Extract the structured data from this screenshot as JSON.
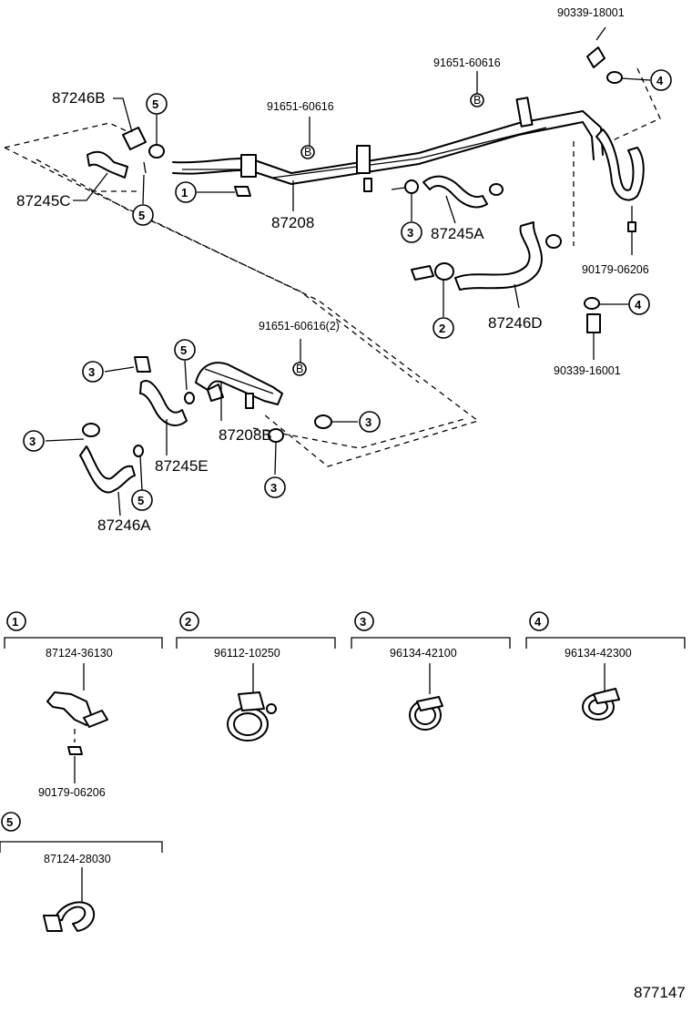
{
  "diagram_id": "877147",
  "part_labels": {
    "p87246B": "87246B",
    "p87245C": "87245C",
    "p87208": "87208",
    "p87245A": "87245A",
    "p87246D": "87246D",
    "p87208B": "87208B",
    "p87245E": "87245E",
    "p87246A": "87246A",
    "p90339_18001": "90339-18001",
    "p91651_60616_a": "91651-60616",
    "p91651_60616_b": "91651-60616",
    "p91651_60616_2": "91651-60616(2)",
    "p90179_06206": "90179-06206",
    "p90339_16001": "90339-16001"
  },
  "callouts": {
    "c1": "1",
    "c2": "2",
    "c3": "3",
    "c4": "4",
    "c5": "5",
    "cB": "B"
  },
  "legend": [
    {
      "index": "1",
      "part": "87124-36130",
      "sub_part": "90179-06206"
    },
    {
      "index": "2",
      "part": "96112-10250"
    },
    {
      "index": "3",
      "part": "96134-42100"
    },
    {
      "index": "4",
      "part": "96134-42300"
    },
    {
      "index": "5",
      "part": "87124-28030"
    }
  ]
}
